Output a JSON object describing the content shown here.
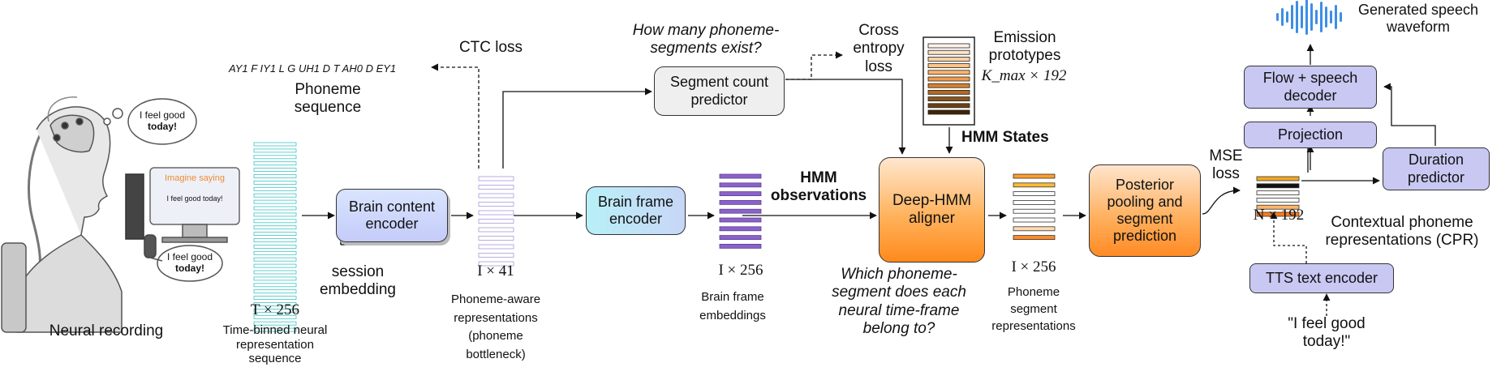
{
  "neural": {
    "caption": "Neural recording",
    "bubble_top_line1": "I feel good",
    "bubble_top_line2": "today!",
    "screen_prompt": "Imagine saying",
    "screen_text": "I feel good today!",
    "bubble_bottom_line1": "I feel good",
    "bubble_bottom_line2": "today!"
  },
  "input_seq": {
    "dim": "T × 256",
    "label_line1": "Time-binned neural",
    "label_line2": "representation",
    "label_line3": "sequence"
  },
  "session": {
    "line1": "session",
    "line2": "embedding"
  },
  "brain_content_encoder": {
    "line1": "Brain content",
    "line2": "encoder"
  },
  "phoneme_aware": {
    "dim": "I × 41",
    "label_line1": "Phoneme-aware",
    "label_line2": "representations",
    "label_line3": "(phoneme",
    "label_line4": "bottleneck)"
  },
  "ctc": {
    "loss": "CTC loss",
    "phonemes": "AY1 F IY1 L G UH1 D T AH0 D EY1",
    "seq_line1": "Phoneme",
    "seq_line2": "sequence"
  },
  "segment_count": {
    "question_line1": "How many phoneme-",
    "question_line2": "segments exist?",
    "box_line1": "Segment count",
    "box_line2": "predictor",
    "loss_line1": "Cross",
    "loss_line2": "entropy",
    "loss_line3": "loss"
  },
  "emission": {
    "line1": "Emission",
    "line2": "prototypes",
    "dim": "K_max × 192"
  },
  "hmm_states": "HMM States",
  "brain_frame_encoder": {
    "line1": "Brain frame",
    "line2": "encoder"
  },
  "brain_frame_emb": {
    "dim": "I × 256",
    "line1": "Brain frame",
    "line2": "embeddings"
  },
  "hmm_obs": {
    "line1": "HMM",
    "line2": "observations"
  },
  "aligner": {
    "line1": "Deep-HMM",
    "line2": "aligner",
    "question_line1": "Which phoneme-",
    "question_line2": "segment does each",
    "question_line3": "neural time-frame",
    "question_line4": "belong to?"
  },
  "phoneme_seg": {
    "dim": "I × 256",
    "line1": "Phoneme",
    "line2": "segment",
    "line3": "representations"
  },
  "posterior": {
    "line1": "Posterior",
    "line2": "pooling and",
    "line3": "segment",
    "line4": "prediction"
  },
  "mse": {
    "line1": "MSE",
    "line2": "loss"
  },
  "cpr": {
    "dim": "N × 192",
    "line1": "Contextual phoneme",
    "line2": "representations (CPR)"
  },
  "tts": {
    "box": "TTS text encoder",
    "quote_line1": "\"I feel good",
    "quote_line2": "today!\""
  },
  "projection": "Projection",
  "duration": {
    "line1": "Duration",
    "line2": "predictor"
  },
  "flow": {
    "line1": "Flow + speech",
    "line2": "decoder"
  },
  "generated": {
    "line1": "Generated speech",
    "line2": "waveform"
  },
  "colors": {
    "teal": "#3fc3c3",
    "lavender": "#a99ad9",
    "purple": "#8a63c9",
    "orange": "#ff8a1c",
    "waveform": "#3d8ee6",
    "box_lavender": "#c9c8f3"
  }
}
